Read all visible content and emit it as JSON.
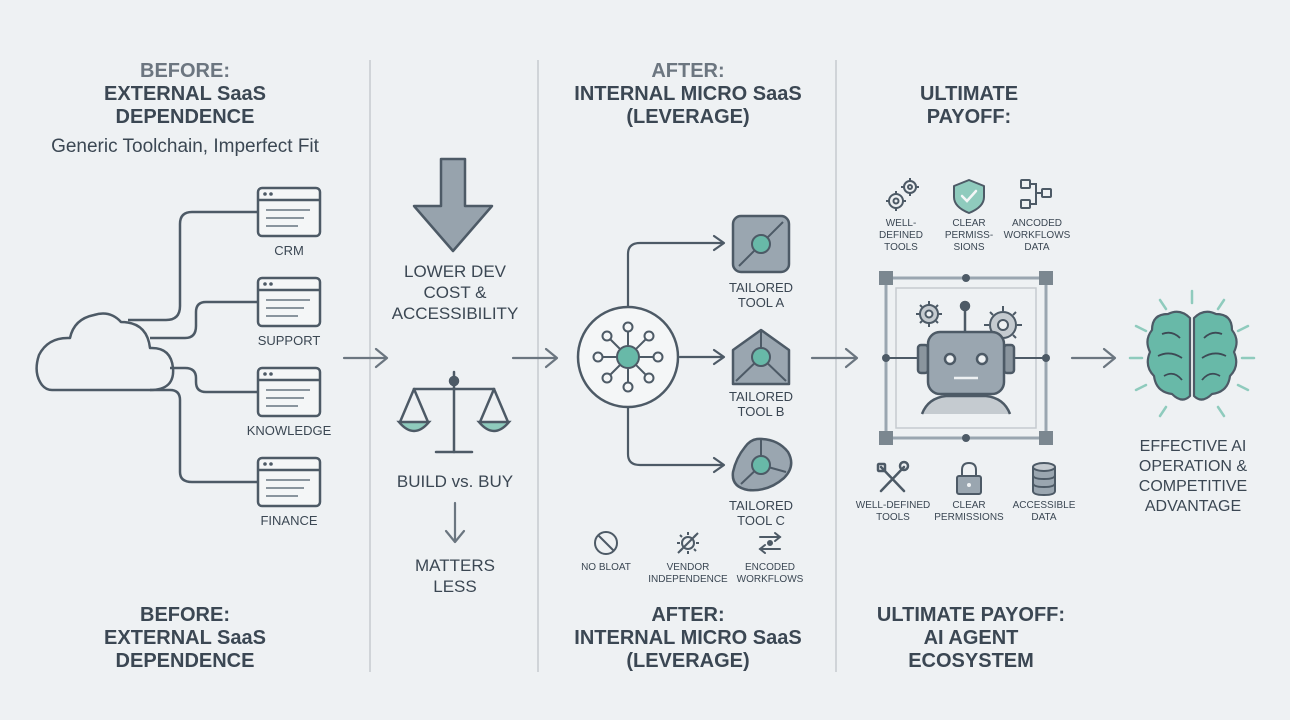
{
  "colors": {
    "stroke": "#4d5a66",
    "accent": "#68b9a8",
    "accent_light": "#a7d8cc",
    "bg": "#eef1f3",
    "divider": "#c5cbd0"
  },
  "before": {
    "head_line1": "BEFORE:",
    "head_line2": "EXTERNAL SaaS",
    "head_line3": "DEPENDENCE",
    "subtitle": "Generic Toolchain, Imperfect Fit",
    "apps": [
      "CRM",
      "SUPPORT",
      "KNOWLEDGE",
      "FINANCE"
    ],
    "footer_line1": "BEFORE:",
    "footer_line2": "EXTERNAL SaaS",
    "footer_line3": "DEPENDENCE"
  },
  "shift": {
    "cost_line1": "LOWER DEV",
    "cost_line2": "COST &",
    "cost_line3": "ACCESSIBILITY",
    "build_buy": "BUILD vs. BUY",
    "matters_line1": "MATTERS",
    "matters_line2": "LESS"
  },
  "after": {
    "head_line1": "AFTER:",
    "head_line2": "INTERNAL MICRO SaaS",
    "head_line3": "(LEVERAGE)",
    "tools": [
      {
        "line1": "TAILORED",
        "line2": "TOOL A"
      },
      {
        "line1": "TAILORED",
        "line2": "TOOL B"
      },
      {
        "line1": "TAILORED",
        "line2": "TOOL C"
      }
    ],
    "benefits": [
      {
        "line1": "NO BLOAT",
        "line2": ""
      },
      {
        "line1": "VENDOR",
        "line2": "INDEPENDENCE"
      },
      {
        "line1": "ENCODED",
        "line2": "WORKFLOWS"
      }
    ],
    "footer_line1": "AFTER:",
    "footer_line2": "INTERNAL MICRO SaaS",
    "footer_line3": "(LEVERAGE)"
  },
  "payoff": {
    "head_line1": "ULTIMATE",
    "head_line2": "PAYOFF:",
    "top_features": [
      {
        "line1": "WELL-",
        "line2": "DEFINED",
        "line3": "TOOLS"
      },
      {
        "line1": "CLEAR",
        "line2": "PERMISS-",
        "line3": "SIONS"
      },
      {
        "line1": "ANCODED",
        "line2": "WORKFLOWS",
        "line3": "DATA"
      }
    ],
    "bottom_features": [
      {
        "line1": "WELL-DEFINED",
        "line2": "TOOLS"
      },
      {
        "line1": "CLEAR",
        "line2": "PERMISSIONS"
      },
      {
        "line1": "ACCESSIBLE",
        "line2": "DATA"
      }
    ],
    "footer_line1": "ULTIMATE PAYOFF:",
    "footer_line2": "AI AGENT",
    "footer_line3": "ECOSYSTEM"
  },
  "outcome": {
    "line1": "EFFECTIVE AI",
    "line2": "OPERATION &",
    "line3": "COMPETITIVE",
    "line4": "ADVANTAGE"
  }
}
